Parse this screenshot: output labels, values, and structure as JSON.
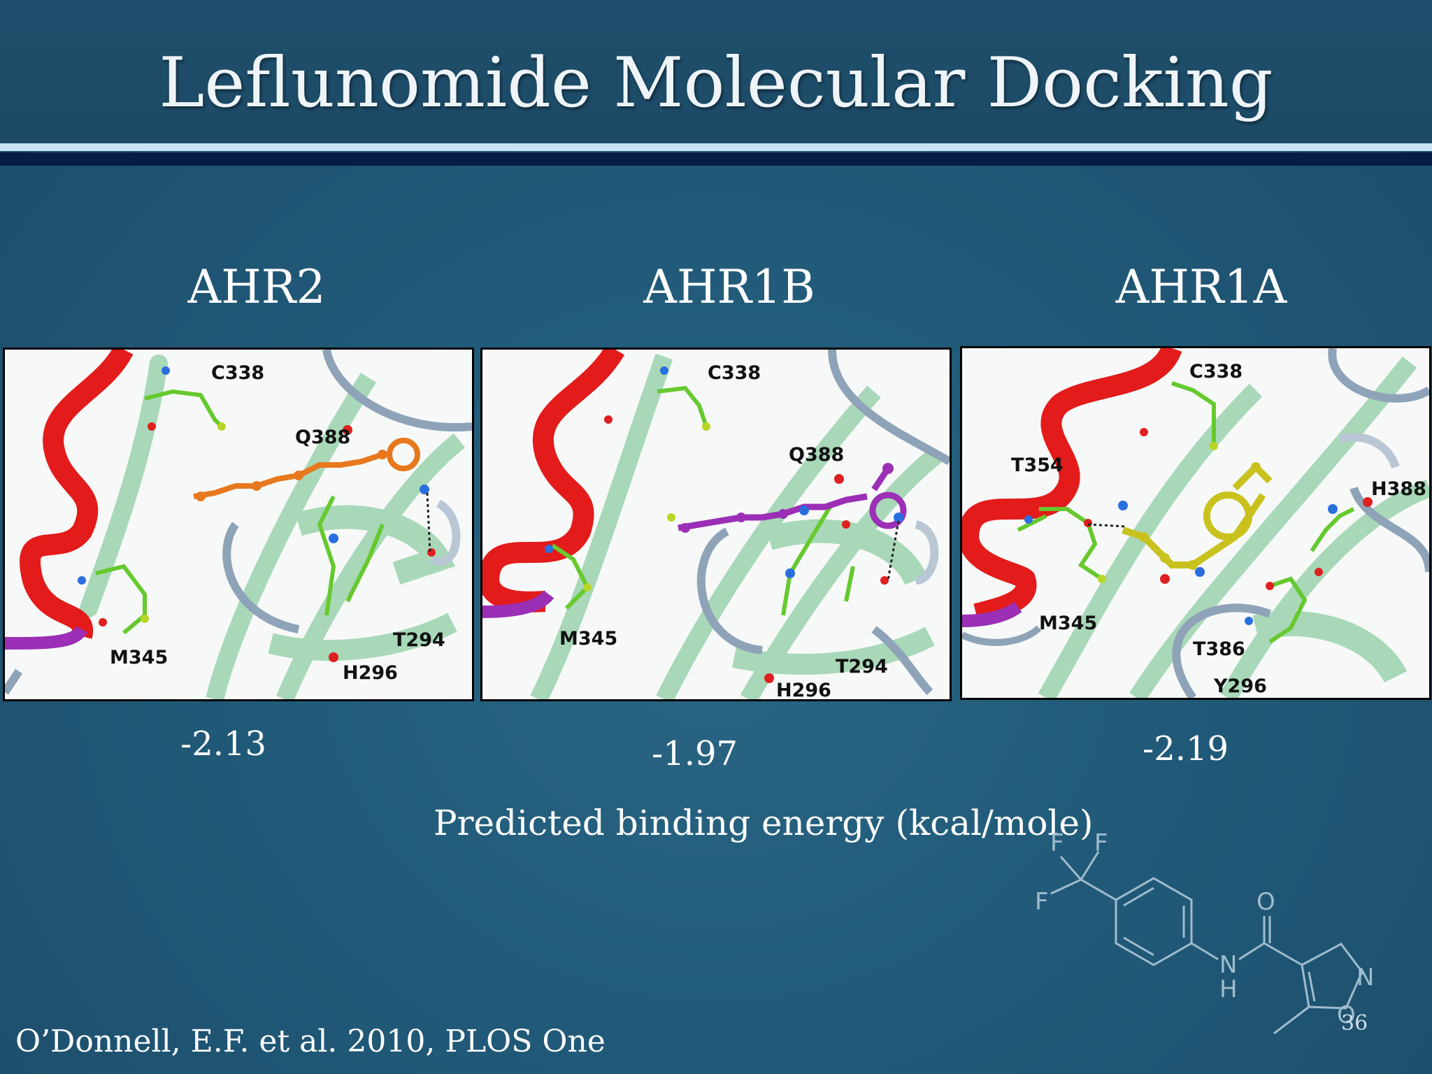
{
  "slide": {
    "title": "Leflunomide Molecular Docking",
    "caption": "Predicted binding energy (kcal/mole)",
    "citation": "O’Donnell, E.F. et al. 2010, PLOS One",
    "page_number": "36"
  },
  "panels": [
    {
      "label": "AHR2",
      "energy": "-2.13",
      "ligand_color": "#e8781e",
      "residues": [
        "C338",
        "Q388",
        "M345",
        "T294",
        "H296"
      ]
    },
    {
      "label": "AHR1B",
      "energy": "-1.97",
      "ligand_color": "#9b2fb5",
      "residues": [
        "C338",
        "Q388",
        "M345",
        "T294",
        "H296"
      ]
    },
    {
      "label": "AHR1A",
      "energy": "-2.19",
      "ligand_color": "#c9c21e",
      "residues": [
        "C338",
        "T354",
        "H388",
        "M345",
        "T386",
        "Y296"
      ]
    }
  ],
  "structure": {
    "atom_labels": [
      "F",
      "F",
      "F",
      "O",
      "N",
      "H",
      "N",
      "O"
    ]
  },
  "colors": {
    "background": "#215a79",
    "helix": "#e31b1b",
    "sheet": "#a8d8b8",
    "coil": "#8fa3b8",
    "sidechain": "#66c92e"
  }
}
